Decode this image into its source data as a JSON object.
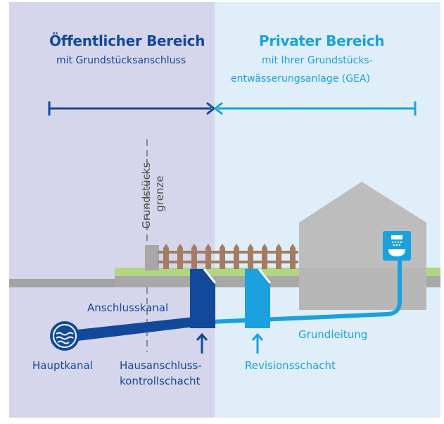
{
  "public_area": {
    "title": "Öffentlicher Bereich",
    "subtitle": "mit Grundstücksanschluss"
  },
  "private_area": {
    "title": "Privater Bereich",
    "subtitle_line1": "mit Ihrer Grundstücks-",
    "subtitle_line2": "entwässerungsanlage (GEA)"
  },
  "boundary": {
    "line1": "Grundstücks-",
    "line2": "grenze"
  },
  "labels": {
    "anschlusskanal": "Anschlusskanal",
    "hauptkanal": "Hauptkanal",
    "hausanschluss_line1": "Hausanschluss-",
    "hausanschluss_line2": "kontrollschacht",
    "grundleitung": "Grundleitung",
    "revisionsschacht": "Revisionsschacht"
  },
  "colors": {
    "public_bg": "#d5d6ec",
    "private_bg": "#dfeef9",
    "dark_blue": "#12499a",
    "light_blue": "#1aa1de",
    "grass": "#b2d584",
    "ground": "#a3a3a3",
    "house": "#bcbcbc",
    "fence": "#a47c63"
  },
  "icons": [
    "main-sewer-icon",
    "shower-basin-icon"
  ]
}
